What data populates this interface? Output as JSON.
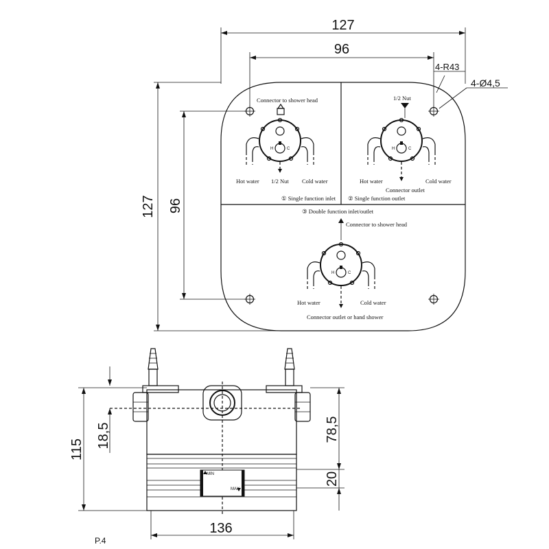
{
  "dimensions": {
    "top_width_outer": "127",
    "top_width_inner": "96",
    "corner_radius": "4-R43",
    "hole_dia": "4-Ø4,5",
    "height_outer": "127",
    "height_inner": "96",
    "side_height_total": "115",
    "side_offset": "18,5",
    "side_right_height": "78,5",
    "side_min_max": "20",
    "side_width": "136"
  },
  "diagram1": {
    "top": "Connector to shower head",
    "left": "Hot water",
    "bottom": "1/2 Nut",
    "right": "Cold water",
    "caption": "① Single function inlet"
  },
  "diagram2": {
    "top": "1/2 Nut",
    "left": "Hot water",
    "bottom": "Connector outlet",
    "right": "Cold water",
    "caption": "② Single function outlet"
  },
  "diagram3": {
    "caption": "③ Double function inlet/outlet",
    "top": "Connector to shower head",
    "left": "Hot water",
    "right": "Cold water",
    "bottom": "Connector outlet or hand shower"
  },
  "valve_letters": {
    "hot": "H",
    "cold": "C"
  },
  "gauge": {
    "min": "MIN",
    "max": "MAX"
  },
  "page_label": "P.4"
}
